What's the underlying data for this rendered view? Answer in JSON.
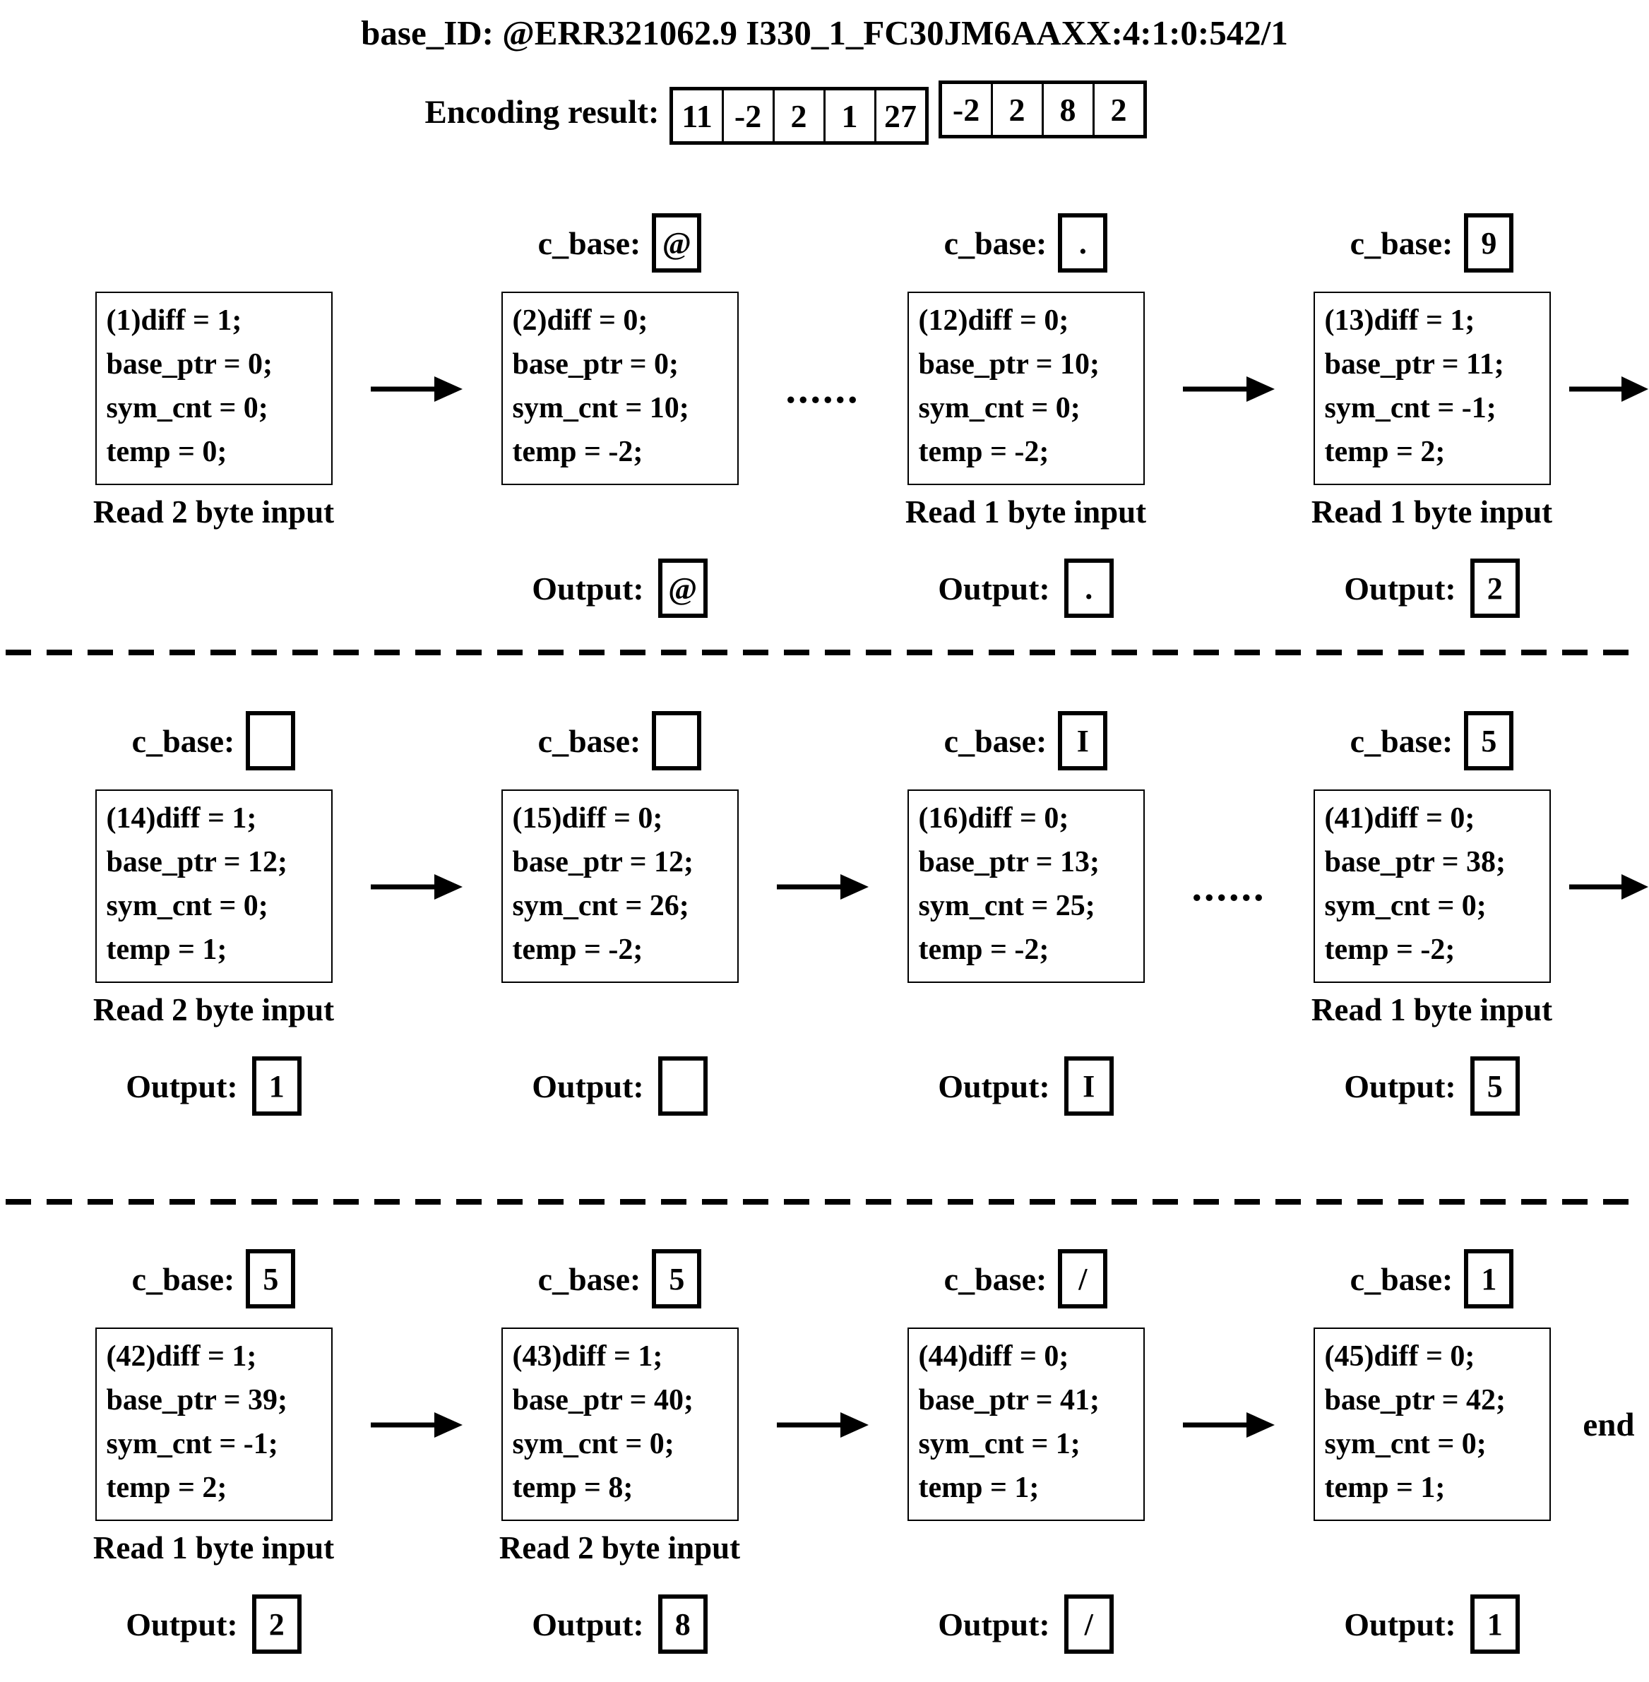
{
  "title": "base_ID: @ERR321062.9 I330_1_FC30JM6AAXX:4:1:0:542/1",
  "encoding": {
    "label": "Encoding result:",
    "group1": [
      "11",
      "-2",
      "2",
      "1",
      "27"
    ],
    "group2": [
      "-2",
      "2",
      "8",
      "2"
    ]
  },
  "c_base_label": "c_base:",
  "output_label": "Output:",
  "dots": "......",
  "end_label": "end",
  "sections": [
    {
      "columns": [
        {
          "state": [
            "(1)diff = 1;",
            "base_ptr = 0;",
            "sym_cnt = 0;",
            "temp = 0;"
          ],
          "read": "Read 2 byte input"
        },
        {
          "c_base": "@",
          "state": [
            "(2)diff = 0;",
            "base_ptr = 0;",
            "sym_cnt = 10;",
            "temp = -2;"
          ],
          "output": "@"
        },
        {
          "c_base": ".",
          "state": [
            "(12)diff = 0;",
            "base_ptr = 10;",
            "sym_cnt = 0;",
            "temp = -2;"
          ],
          "read": "Read 1 byte input",
          "output": "."
        },
        {
          "c_base": "9",
          "state": [
            "(13)diff = 1;",
            "base_ptr = 11;",
            "sym_cnt = -1;",
            "temp = 2;"
          ],
          "read": "Read 1 byte input",
          "output": "2"
        }
      ]
    },
    {
      "columns": [
        {
          "c_base": "",
          "state": [
            "(14)diff = 1;",
            "base_ptr = 12;",
            "sym_cnt = 0;",
            "temp = 1;"
          ],
          "read": "Read 2 byte input",
          "output": "1"
        },
        {
          "c_base": "",
          "state": [
            "(15)diff = 0;",
            "base_ptr = 12;",
            "sym_cnt = 26;",
            "temp = -2;"
          ],
          "output": ""
        },
        {
          "c_base": "I",
          "state": [
            "(16)diff = 0;",
            "base_ptr = 13;",
            "sym_cnt = 25;",
            "temp = -2;"
          ],
          "output": "I"
        },
        {
          "c_base": "5",
          "state": [
            "(41)diff = 0;",
            "base_ptr = 38;",
            "sym_cnt = 0;",
            "temp = -2;"
          ],
          "read": "Read 1 byte input",
          "output": "5"
        }
      ]
    },
    {
      "columns": [
        {
          "c_base": "5",
          "state": [
            "(42)diff = 1;",
            "base_ptr = 39;",
            "sym_cnt = -1;",
            "temp = 2;"
          ],
          "read": "Read 1 byte input",
          "output": "2"
        },
        {
          "c_base": "5",
          "state": [
            "(43)diff = 1;",
            "base_ptr = 40;",
            "sym_cnt = 0;",
            "temp = 8;"
          ],
          "read": "Read 2 byte input",
          "output": "8"
        },
        {
          "c_base": "/",
          "state": [
            "(44)diff = 0;",
            "base_ptr = 41;",
            "sym_cnt = 1;",
            "temp = 1;"
          ],
          "output": "/"
        },
        {
          "c_base": "1",
          "state": [
            "(45)diff = 0;",
            "base_ptr = 42;",
            "sym_cnt = 0;",
            "temp = 1;"
          ],
          "output": "1"
        }
      ]
    }
  ]
}
